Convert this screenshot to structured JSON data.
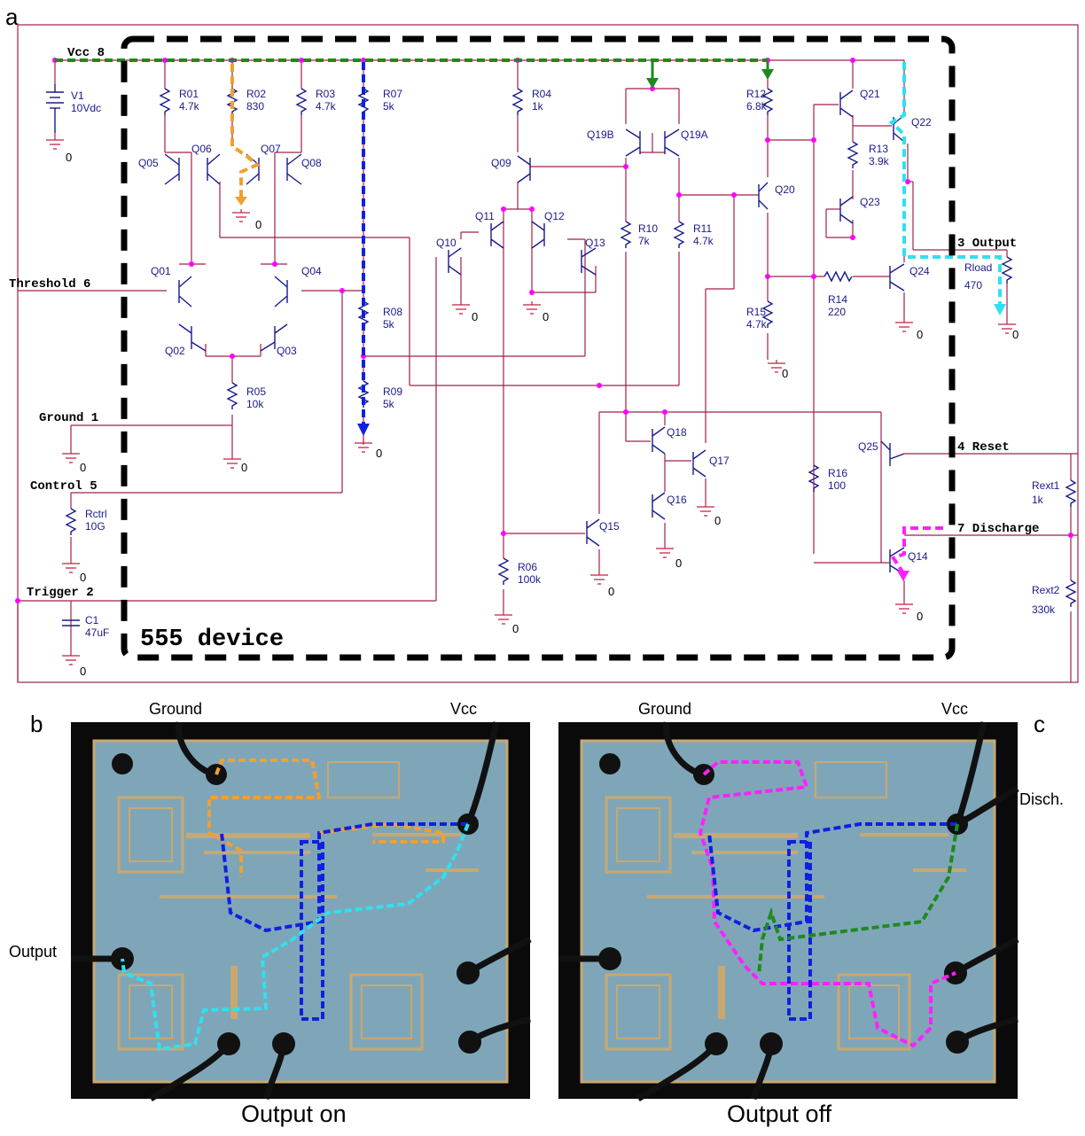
{
  "panel_labels": {
    "a": "a",
    "b": "b",
    "c": "c"
  },
  "device_label": "555 device",
  "pins": {
    "vcc": "Vcc 8",
    "threshold": "Threshold 6",
    "ground": "Ground 1",
    "control": "Control 5",
    "trigger": "Trigger 2",
    "output": "3 Output",
    "reset": "4 Reset",
    "discharge": "7 Discharge"
  },
  "sources": {
    "v1_name": "V1",
    "v1_value": "10Vdc",
    "c1_name": "C1",
    "c1_value": "47uF"
  },
  "resistors": [
    {
      "name": "R01",
      "value": "4.7k"
    },
    {
      "name": "R02",
      "value": "830"
    },
    {
      "name": "R03",
      "value": "4.7k"
    },
    {
      "name": "R07",
      "value": "5k"
    },
    {
      "name": "R04",
      "value": "1k"
    },
    {
      "name": "R12",
      "value": "6.8k"
    },
    {
      "name": "R13",
      "value": "3.9k"
    },
    {
      "name": "R10",
      "value": "7k"
    },
    {
      "name": "R11",
      "value": "4.7k"
    },
    {
      "name": "R08",
      "value": "5k"
    },
    {
      "name": "R09",
      "value": "5k"
    },
    {
      "name": "R05",
      "value": "10k"
    },
    {
      "name": "R14",
      "value": "220"
    },
    {
      "name": "R15",
      "value": "4.7k"
    },
    {
      "name": "R16",
      "value": "100"
    },
    {
      "name": "R06",
      "value": "100k"
    },
    {
      "name": "Rctrl",
      "value": "10G"
    },
    {
      "name": "Rload",
      "value": "470"
    },
    {
      "name": "Rext1",
      "value": "1k"
    },
    {
      "name": "Rext2",
      "value": "330k"
    }
  ],
  "transistors": [
    "Q01",
    "Q02",
    "Q03",
    "Q04",
    "Q05",
    "Q06",
    "Q07",
    "Q08",
    "Q09",
    "Q10",
    "Q11",
    "Q12",
    "Q13",
    "Q14",
    "Q15",
    "Q16",
    "Q17",
    "Q18",
    "Q19A",
    "Q19B",
    "Q20",
    "Q21",
    "Q22",
    "Q23",
    "Q24",
    "Q25"
  ],
  "ground_symbol": "0",
  "die_labels": {
    "b_ground": "Ground",
    "b_vcc": "Vcc",
    "b_output": "Output",
    "b_caption": "Output on",
    "c_ground": "Ground",
    "c_vcc": "Vcc",
    "c_disch": "Disch.",
    "c_caption": "Output off"
  },
  "colors": {
    "wire": "#a0204a",
    "component": "#1a1a8c",
    "path_green": "#1e8a1e",
    "path_orange": "#f0a030",
    "path_blue": "#1020e0",
    "path_cyan": "#30e0f0",
    "path_magenta": "#ff20ff",
    "die_blue": "#7fa6b8",
    "die_gold": "#c8a870"
  }
}
